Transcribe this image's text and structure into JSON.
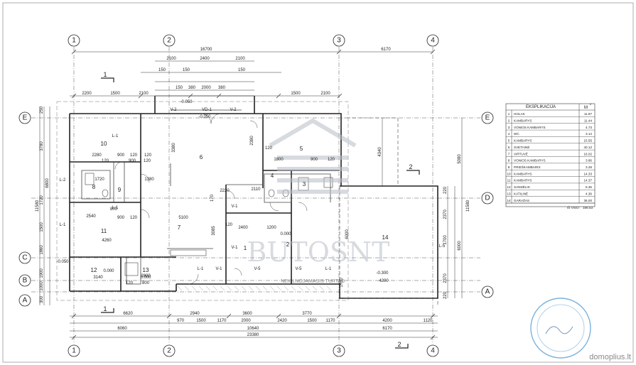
{
  "dimensions": {
    "top_16700": "16700",
    "top_6170": "6170",
    "top_2100a": "2100",
    "top_2400": "2400",
    "top_2100b": "2100",
    "top_150a": "150",
    "top_150b": "150",
    "top_150c": "150",
    "top_150d": "150",
    "top_380a": "380",
    "top_2000": "2000",
    "top_380b": "380",
    "top_2200": "2200",
    "top_1500a": "1500",
    "top_2100c": "2100",
    "top_1500b": "1500",
    "top_2100d": "2100",
    "left_250": "250",
    "left_3780": "3780",
    "left_1720": "1720",
    "left_6800": "6800",
    "left_1500": "1500",
    "left_11580": "11580",
    "left_1860": "1860",
    "left_1900": "1900",
    "left_1000": "1000",
    "left_300": "300",
    "right_4340": "4340",
    "right_5080": "5080",
    "right_220a": "220",
    "right_2370a": "2370",
    "right_1700": "1700",
    "right_6000": "6000",
    "right_11580": "11580",
    "right_2370b": "2370",
    "right_220b": "220",
    "bot_6620": "6620",
    "bot_2940": "2940",
    "bot_3600": "3600",
    "bot_3770": "3770",
    "bot_6060": "6060",
    "bot_10640": "10640",
    "bot_6170": "6170",
    "bot_23380": "23380",
    "bot_970": "970",
    "bot_1500a": "1500",
    "bot_1170": "1170",
    "bot_2000": "2000",
    "bot_2420": "2420",
    "bot_1500b": "1500",
    "bot_1170b": "1170",
    "bot_4200": "4200",
    "bot_1120": "1120",
    "in_2280": "2280",
    "in_120a": "120",
    "in_900a": "900",
    "in_120b": "120",
    "in_120c": "120",
    "in_900b": "900",
    "in_120d": "120",
    "in_3380": "3380",
    "in_2540": "2540",
    "in_800a": "800",
    "in_900c": "900",
    "in_120e": "120",
    "in_4260": "4260",
    "in_3140": "3140",
    "in_2800": "2800",
    "in_120f": "120",
    "in_800b": "800",
    "in_5100": "5100",
    "in_3085": "3085",
    "in_2400": "2400",
    "in_1200": "1200",
    "in_2380": "2380",
    "in_1800": "1800",
    "in_900d": "900",
    "in_120g": "120",
    "in_6000": "6000",
    "in_4200": "4200",
    "in_170": "170",
    "in_1700": "1700",
    "in_120h": "120",
    "in_120i": "120",
    "in_2220": "2220",
    "in_2110": "2110",
    "in_1380": "1380",
    "in_1720": "1720"
  },
  "labels": {
    "v2a": "V-2",
    "vd1": "VD-1",
    "v2b": "V-2",
    "v1a": "V-1",
    "v1b": "V-1",
    "v1c": "V-1",
    "v5a": "V-5",
    "v5b": "V-5",
    "l1a": "L-1",
    "l2": "L-2",
    "l1b": "L-1",
    "l1c": "L-1",
    "l1d": "L-1",
    "l5": "L-5",
    "l1e": "L-1",
    "lvl_a": "-0.050",
    "lvl_b": "-0.050",
    "lvl_c": "-0.300",
    "lvl_d": "0.000",
    "lvl_e": "0.000",
    "lvl_f": "0.000",
    "lvl_g": "-0.050"
  },
  "rooms": {
    "r1": "1",
    "r2": "2",
    "r3": "3",
    "r4": "4",
    "r5": "5",
    "r6": "6",
    "r7": "7",
    "r8": "8",
    "r9": "9",
    "r10": "10",
    "r11": "11",
    "r12": "12",
    "r13": "13",
    "r14": "14"
  },
  "axes": {
    "a1": "1",
    "a2": "2",
    "a3": "3",
    "a4": "4",
    "aE": "E",
    "aD": "D",
    "aC": "C",
    "aB": "B",
    "aA": "A"
  },
  "section_marks": {
    "s1_top": "1",
    "s1_bot": "1",
    "s2_right": "2",
    "s2_bot": "2"
  },
  "legend": {
    "title": "EKSPLIKACIJA",
    "unit": "M",
    "unit_sup": "2",
    "rows": [
      {
        "no": "1",
        "name": "HOLAS",
        "area": "11.97"
      },
      {
        "no": "2",
        "name": "KAMBARYS",
        "area": "11.44"
      },
      {
        "no": "3",
        "name": "VONIOS KAMBARYS",
        "area": "4.73"
      },
      {
        "no": "4",
        "name": "WC",
        "area": "3.14"
      },
      {
        "no": "5",
        "name": "KAMBARYS",
        "area": "15.55"
      },
      {
        "no": "6",
        "name": "SVETAINĖ",
        "area": "40.12"
      },
      {
        "no": "7",
        "name": "VIRTUVĖ",
        "area": "16.02"
      },
      {
        "no": "8",
        "name": "VONIOS KAMBARYS",
        "area": "3.86"
      },
      {
        "no": "9",
        "name": "PRIEŠKAMBARIS",
        "area": "3.28"
      },
      {
        "no": "10",
        "name": "KAMBARYS",
        "area": "14.33"
      },
      {
        "no": "11",
        "name": "KAMBARYS",
        "area": "14.37"
      },
      {
        "no": "12",
        "name": "SANDĖLIS",
        "area": "5.35"
      },
      {
        "no": "13",
        "name": "KATILINĖ",
        "area": "4.36"
      },
      {
        "no": "14",
        "name": "GARAŽAS",
        "area": "36.00"
      }
    ],
    "total_label": "IŠ VISO:",
    "total_value": "186.53"
  },
  "watermark": {
    "brand": "BUTOSNT",
    "tagline": "NEKILNOJAMASIS TURTAS",
    "site": "domoplius.lt"
  },
  "colors": {
    "line": "#222222",
    "hatch": "#9a9a9a",
    "watermark": "#b7bec7",
    "stamp": "#5a9fd4"
  }
}
